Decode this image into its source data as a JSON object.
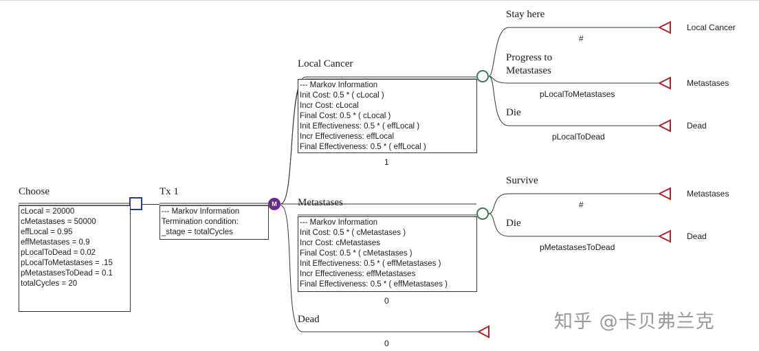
{
  "choose": {
    "label": "Choose",
    "variables": [
      "cLocal = 20000",
      "cMetastases = 50000",
      "effLocal = 0.95",
      "effMetastases = 0.9",
      "pLocalToDead = 0.02",
      "pLocalToMetastases = .15",
      "pMetastasesToDead = 0.1",
      "totalCycles = 20"
    ]
  },
  "tx1": {
    "label": "Tx 1",
    "info": [
      "--- Markov Information",
      "Termination condition:",
      "_stage = totalCycles"
    ]
  },
  "local": {
    "label": "Local Cancer",
    "info": [
      "--- Markov Information",
      "Init Cost: 0.5 * ( cLocal )",
      "Incr Cost: cLocal",
      "Final Cost: 0.5 * ( cLocal )",
      "Init Effectiveness: 0.5 * ( effLocal )",
      "Incr Effectiveness: effLocal",
      "Final Effectiveness: 0.5 * ( effLocal )"
    ],
    "value": "1",
    "branches": [
      {
        "label": "Stay here",
        "prob": "#",
        "terminal": "Local Cancer"
      },
      {
        "label": "Progress to\nMetastases",
        "prob": "pLocalToMetastases",
        "terminal": "Metastases"
      },
      {
        "label": "Die",
        "prob": "pLocalToDead",
        "terminal": "Dead"
      }
    ]
  },
  "metastases": {
    "label": "Metastases",
    "info": [
      "--- Markov Information",
      "Init Cost: 0.5 * ( cMetastases )",
      "Incr Cost: cMetastases",
      "Final Cost: 0.5 * ( cMetastases )",
      "Init Effectiveness: 0.5 * ( effMetastases )",
      "Incr Effectiveness: effMetastases",
      "Final Effectiveness: 0.5 * ( effMetastases )"
    ],
    "value": "0",
    "branches": [
      {
        "label": "Survive",
        "prob": "#",
        "terminal": "Metastases"
      },
      {
        "label": "Die",
        "prob": "pMetastasesToDead",
        "terminal": "Dead"
      }
    ]
  },
  "dead": {
    "label": "Dead",
    "value": "0"
  },
  "markov_badge": "M",
  "watermark": "知乎 @卡贝弗兰克",
  "colors": {
    "line": "#333333",
    "decision": "#1f3f8f",
    "chance": "#2e7d4f",
    "markov": "#6a2a8a",
    "terminal": "#b3202a"
  }
}
